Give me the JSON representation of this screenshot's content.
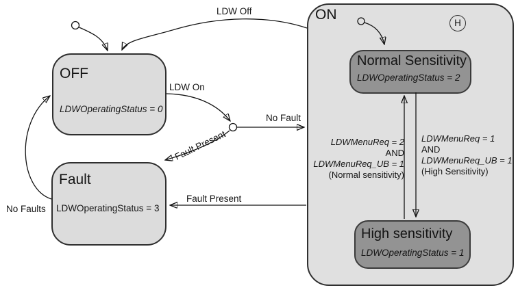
{
  "diagram": {
    "states": {
      "off": {
        "title": "OFF",
        "status": "LDWOperatingStatus = 0"
      },
      "fault": {
        "title": "Fault",
        "status": "LDWOperatingStatus = 3"
      },
      "on": {
        "title": "ON"
      },
      "normal": {
        "title": "Normal Sensitivity",
        "status": "LDWOperatingStatus = 2"
      },
      "high": {
        "title": "High sensitivity",
        "status": "LDWOperatingStatus = 1"
      }
    },
    "history_label": "H",
    "transitions": {
      "ldw_off": "LDW Off",
      "ldw_on": "LDW On",
      "no_fault": "No Fault",
      "fault_present_junction": "Fault Present",
      "fault_present_on": "Fault Present",
      "no_faults": "No Faults",
      "to_normal": {
        "line1": "LDWMenuReq = 2",
        "line2": "AND",
        "line3": "LDWMenuReq_UB = 1",
        "line4": "(Normal sensitivity)"
      },
      "to_high": {
        "line1": "LDWMenuReq = 1",
        "line2": "AND",
        "line3": "LDWMenuReq_UB = 1",
        "line4": "(High Sensitivity)"
      }
    },
    "colors": {
      "background": "#ffffff",
      "state_fill": "#dcdcdc",
      "superstate_fill": "#e0e0e0",
      "inner_state_fill": "#939393",
      "border": "#2f2f2f",
      "text": "#141414"
    }
  }
}
